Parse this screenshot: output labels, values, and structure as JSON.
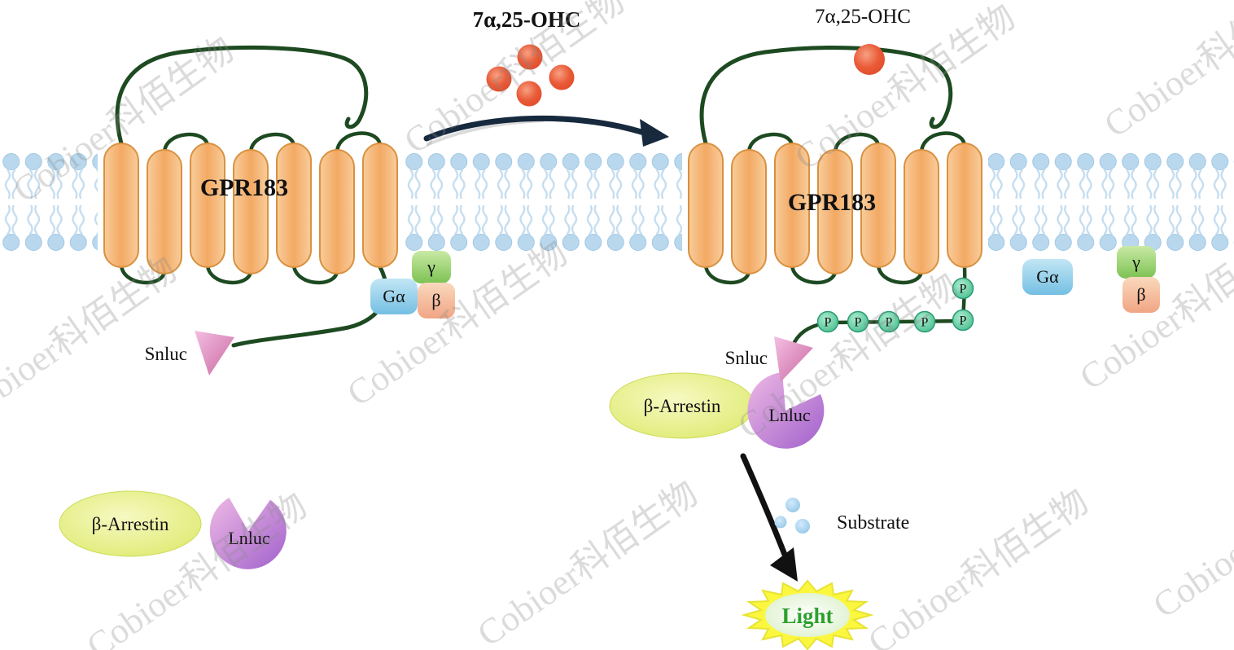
{
  "labels": {
    "receptor": "GPR183",
    "ligand_center": "7α,25-OHC",
    "ligand_right": "7α,25-OHC",
    "g_alpha": "Gα",
    "g_gamma": "γ",
    "g_beta": "β",
    "snluc": "Snluc",
    "lnluc": "Lnluc",
    "arrestin": "β-Arrestin",
    "phospho": [
      "P",
      "P",
      "P",
      "P",
      "P",
      "P"
    ],
    "substrate": "Substrate",
    "light": "Light"
  },
  "watermark": {
    "text": "Cobioer科佰生物"
  },
  "colors": {
    "membrane_head": "#b9d8ee",
    "helix": "#f3a963",
    "helix_stroke": "#d9913f",
    "loop": "#1d4a21",
    "ligand": "#e85a35",
    "g_alpha": "#74bfe2",
    "g_gamma": "#7cc252",
    "g_beta": "#f0a584",
    "snluc": "#d77ab8",
    "lnluc": "#a566ce",
    "arrestin": "#dce965",
    "phospho": "#44bd8c",
    "substrate": "#8ec4e8",
    "light_star": "#faf73e",
    "light_text": "#2da02d",
    "activation_arrow": "#17293d",
    "signal_arrow": "#111111"
  }
}
